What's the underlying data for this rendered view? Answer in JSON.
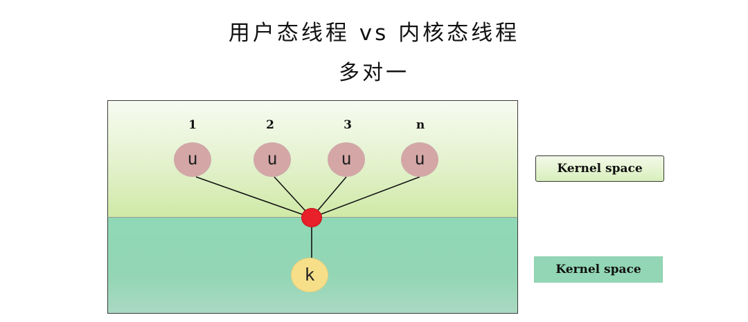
{
  "title_line1": "用户态线程 vs 内核态线程",
  "title_line2": "多对一",
  "user_threads": [
    {
      "number": "1",
      "label": "u"
    },
    {
      "number": "2",
      "label": "u"
    },
    {
      "number": "3",
      "label": "u"
    },
    {
      "number": "n",
      "label": "u"
    }
  ],
  "kernel_thread": {
    "label": "k"
  },
  "legend": {
    "upper": "Kernel space",
    "lower": "Kernel space"
  },
  "colors": {
    "user_node": "#d5a6a6",
    "kernel_node": "#f7df8a",
    "hub": "#e8202a",
    "user_zone": "#d9efbc",
    "kernel_zone": "#93d6b5"
  }
}
